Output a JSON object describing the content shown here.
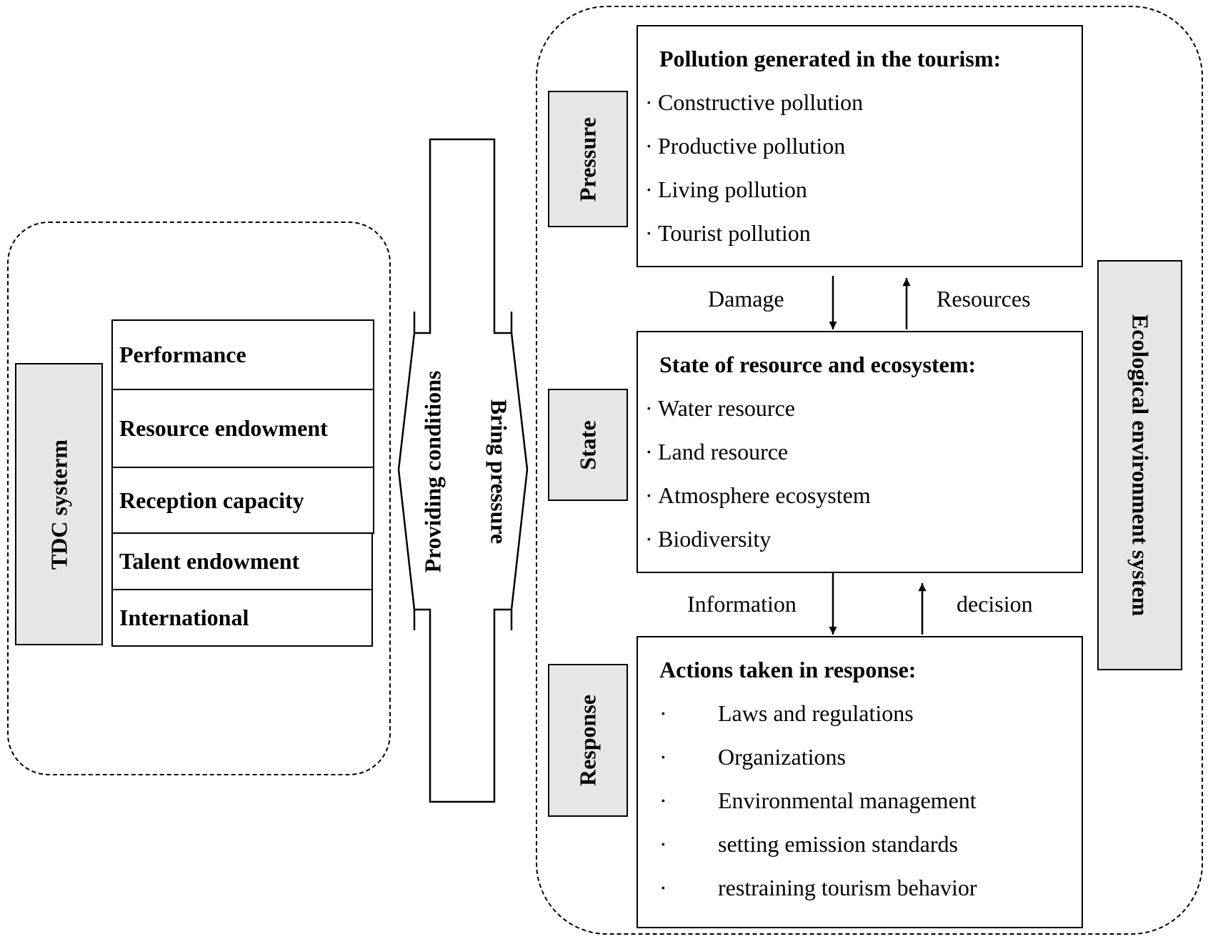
{
  "tdc": {
    "title": "TDC systerm",
    "items": [
      "Performance",
      "Resource endowment",
      "Reception capacity",
      "Talent endowment",
      "International"
    ]
  },
  "connector": {
    "left_label": "Providing conditions",
    "right_label": "Bring pressure"
  },
  "psr": {
    "pressure": {
      "label": "Pressure",
      "title": "Pollution generated in the tourism:",
      "items": [
        "Constructive pollution",
        "Productive pollution",
        "Living pollution",
        "Tourist pollution"
      ]
    },
    "state": {
      "label": "State",
      "title": "State of resource and ecosystem:",
      "items": [
        "Water resource",
        "Land resource",
        "Atmosphere ecosystem",
        "Biodiversity"
      ]
    },
    "response": {
      "label": "Response",
      "title": "Actions taken in response:",
      "items": [
        "Laws and regulations",
        "Organizations",
        "Environmental management",
        "setting emission standards",
        "restraining tourism behavior"
      ]
    },
    "flows": {
      "damage": "Damage",
      "resources": "Resources",
      "information": "Information",
      "decision": "decision"
    }
  },
  "eco": {
    "title": "Ecological environment system"
  },
  "bullet_char": "·",
  "colors": {
    "label_fill": "#e6e6e6",
    "line": "#000000",
    "background": "#ffffff"
  }
}
